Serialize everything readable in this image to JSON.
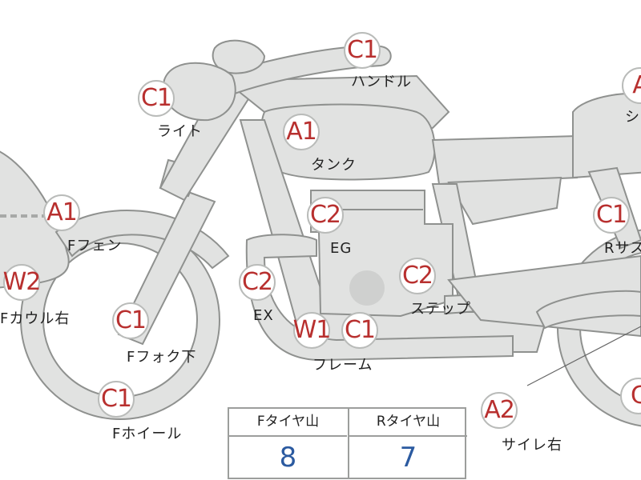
{
  "parts": [
    {
      "id": "handle",
      "code": "C1",
      "label": "ハンドル"
    },
    {
      "id": "light",
      "code": "C1",
      "label": "ライト"
    },
    {
      "id": "tank",
      "code": "A1",
      "label": "タンク"
    },
    {
      "id": "seat",
      "code": "A",
      "label": "シ"
    },
    {
      "id": "front-fender",
      "code": "A1",
      "label": "Fフェン"
    },
    {
      "id": "engine",
      "code": "C2",
      "label": "EG"
    },
    {
      "id": "rear-suspension",
      "code": "C1",
      "label": "Rサス"
    },
    {
      "id": "front-cowl-r",
      "code": "W2",
      "label": "Fカウル右"
    },
    {
      "id": "exhaust",
      "code": "C2",
      "label": "EX"
    },
    {
      "id": "step",
      "code": "C2",
      "label": "ステップ"
    },
    {
      "id": "front-fork",
      "code": "C1",
      "label": "Fフォク下"
    },
    {
      "id": "frame",
      "code": "W1",
      "code2": "C1",
      "label": "フレーム"
    },
    {
      "id": "front-wheel",
      "code": "C1",
      "label": "Fホイール"
    },
    {
      "id": "muffler-r",
      "code": "A2",
      "label": "サイレ右"
    },
    {
      "id": "rear-wheel",
      "code": "C",
      "label": ""
    }
  ],
  "tire_table": {
    "front_header": "Fタイヤ山",
    "rear_header": "Rタイヤ山",
    "front_value": "8",
    "rear_value": "7"
  },
  "colors": {
    "code_red": "#b8302f",
    "value_blue": "#2b5aa0",
    "bike_fill": "#e1e2e1",
    "bike_outline": "#8f918f"
  }
}
